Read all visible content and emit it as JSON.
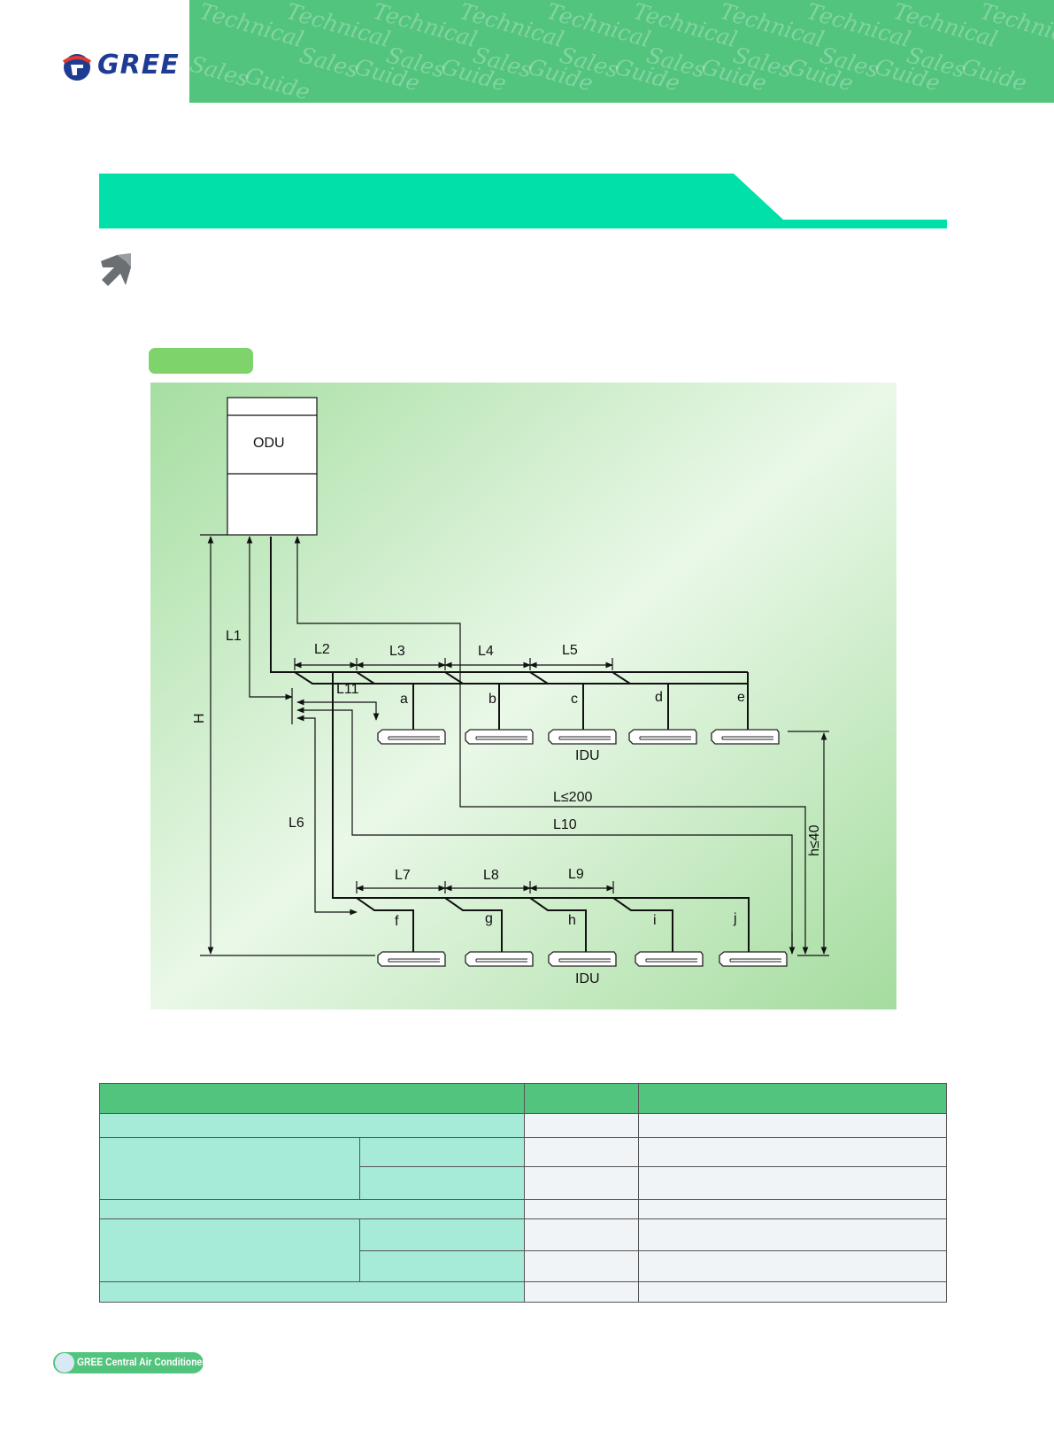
{
  "header": {
    "brand": "GREE",
    "watermark": {
      "word1": "Technical",
      "word2": "Sales",
      "word3": "Guide"
    }
  },
  "diagram": {
    "odu_label": "ODU",
    "idu_label_top": "IDU",
    "idu_label_bottom": "IDU",
    "pipe_labels": {
      "L1": "L1",
      "L2": "L2",
      "L3": "L3",
      "L4": "L4",
      "L5": "L5",
      "L6": "L6",
      "L7": "L7",
      "L8": "L8",
      "L9": "L9",
      "L10": "L10",
      "L11": "L11"
    },
    "limit_total": "L≤200",
    "limit_height": "h≤40",
    "height_label": "H",
    "units_top": [
      "a",
      "b",
      "c",
      "d",
      "e"
    ],
    "units_bottom": [
      "f",
      "g",
      "h",
      "i",
      "j"
    ]
  },
  "footer": {
    "text": "GREE Central Air Conditioners"
  },
  "colors": {
    "banner": "#52c47d",
    "section_bar": "#00e0a8",
    "table_header": "#52c47d",
    "table_label": "#a6ead8",
    "table_value": "#f1f4f7"
  }
}
